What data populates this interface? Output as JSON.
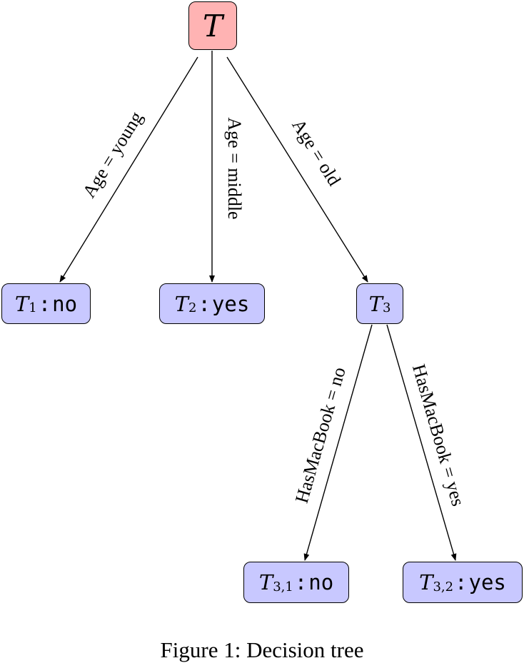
{
  "caption": "Figure 1: Decision tree",
  "nodes": {
    "root": {
      "symbol": "T",
      "fill": "#ffb3b3"
    },
    "t1": {
      "symbol": "T",
      "sub": "1",
      "label": "no"
    },
    "t2": {
      "symbol": "T",
      "sub": "2",
      "label": "yes"
    },
    "t3": {
      "symbol": "T",
      "sub": "3"
    },
    "t31": {
      "symbol": "T",
      "sub": "3,1",
      "label": "no"
    },
    "t32": {
      "symbol": "T",
      "sub": "3,2",
      "label": "yes"
    }
  },
  "leaf_fill": "#c8c8ff",
  "edges": {
    "age_young": "Age = young",
    "age_middle": "Age = middle",
    "age_old": "Age = old",
    "mac_no": "HasMacBook = no",
    "mac_yes": "HasMacBook = yes"
  }
}
